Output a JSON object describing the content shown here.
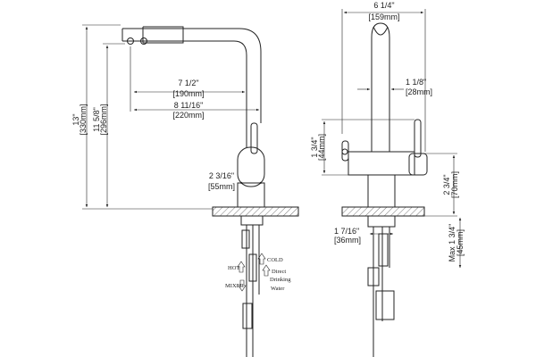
{
  "side_view": {
    "height_total": {
      "imperial": "13\"",
      "metric": "[330mm]"
    },
    "height_spout": {
      "imperial": "11 5/8\"",
      "metric": "[296mm]"
    },
    "reach_outlet": {
      "imperial": "7 1/2\"",
      "metric": "[190mm]"
    },
    "reach_total": {
      "imperial": "8 11/16\"",
      "metric": "[220mm]"
    },
    "base_diameter": {
      "imperial": "2 3/16\"",
      "metric": "[55mm]"
    },
    "hose_labels": {
      "cold": "COLD",
      "hot": "HOT",
      "direct": "Direct",
      "drinking": "Drinking",
      "water": "Water",
      "mixer": "MIXER"
    }
  },
  "front_view": {
    "width": {
      "imperial": "6 1/4\"",
      "metric": "[159mm]"
    },
    "spout_diameter": {
      "imperial": "1 1/8\"",
      "metric": "[28mm]"
    },
    "handle_height": {
      "imperial": "1 3/4\"",
      "metric": "[44mm]"
    },
    "base_height": {
      "imperial": "2 3/4\"",
      "metric": "[70mm]"
    },
    "shank_diameter": {
      "imperial": "1 7/16\"",
      "metric": "[36mm]"
    },
    "deck_thickness": {
      "imperial": "Max 1 3/4\"",
      "metric": "[45mm]"
    }
  }
}
